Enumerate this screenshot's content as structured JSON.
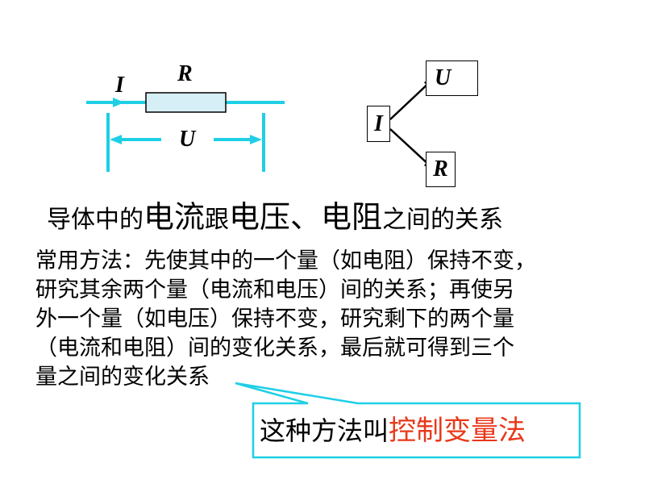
{
  "circuit": {
    "current_label": "I",
    "resistor_label": "R",
    "voltage_label": "U",
    "wire_color": "#1ecfe6",
    "resistor_fill": "#d6eef6"
  },
  "tree": {
    "root": "I",
    "top": "U",
    "bottom": "R"
  },
  "heading": {
    "part1": "导体中的",
    "part2": "电流",
    "part3": "跟",
    "part4": "电压",
    "part5": "、",
    "part6": "电阻",
    "part7": "之间的关系"
  },
  "paragraph": {
    "lines": [
      "常用方法：先使其中的一个量（如电阻）保持不变，",
      "研究其余两个量（电流和电压）间的关系；再使另",
      "外一个量（如电压）保持不变，研究剩下的两个量",
      "（电流和电阻）间的变化关系，最后就可得到三个",
      "量之间的变化关系"
    ]
  },
  "callout": {
    "prefix": "这种方法叫",
    "highlight": "控制变量法",
    "border_color": "#1ecfe6",
    "highlight_color": "#e8381a"
  }
}
